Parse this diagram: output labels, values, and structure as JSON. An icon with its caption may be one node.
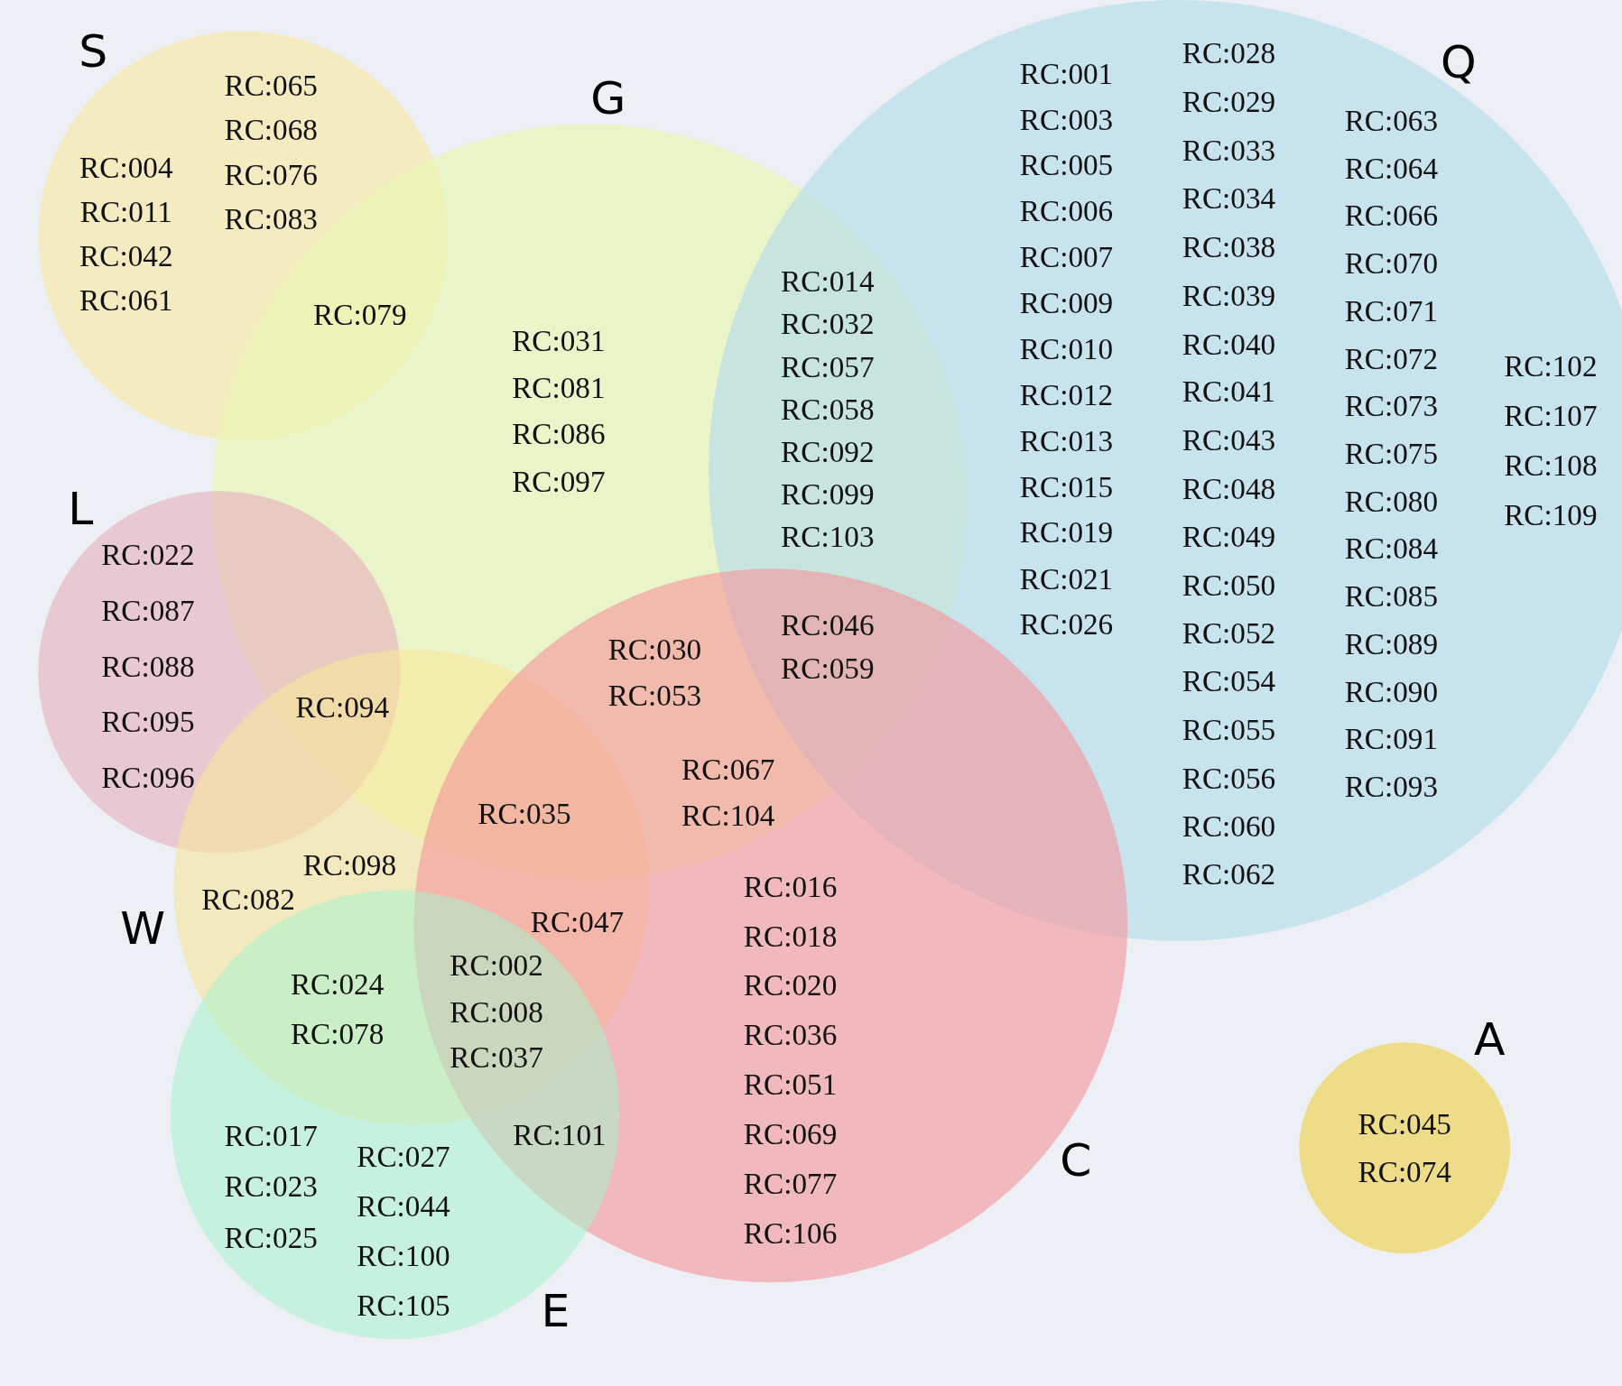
{
  "diagram": {
    "nodes": [
      {
        "text": [
          "S"
        ]
      },
      {
        "text": [
          "G"
        ]
      },
      {
        "text": [
          "Q"
        ]
      },
      {
        "text": [
          "L"
        ]
      },
      {
        "text": [
          "W"
        ]
      },
      {
        "text": [
          "C"
        ]
      },
      {
        "text": [
          "E"
        ]
      },
      {
        "text": [
          "A"
        ]
      }
    ],
    "labels": [
      "RC:004",
      "RC:011",
      "RC:042",
      "RC:061",
      "RC:065",
      "RC:068",
      "RC:076",
      "RC:083",
      "RC:079",
      "RC:031",
      "RC:081",
      "RC:086",
      "RC:097",
      "RC:014",
      "RC:032",
      "RC:057",
      "RC:058",
      "RC:092",
      "RC:099",
      "RC:103",
      "RC:001",
      "RC:003",
      "RC:005",
      "RC:006",
      "RC:007",
      "RC:009",
      "RC:010",
      "RC:012",
      "RC:013",
      "RC:015",
      "RC:019",
      "RC:021",
      "RC:026",
      "RC:028",
      "RC:029",
      "RC:033",
      "RC:034",
      "RC:038",
      "RC:039",
      "RC:040",
      "RC:041",
      "RC:043",
      "RC:048",
      "RC:049",
      "RC:050",
      "RC:052",
      "RC:054",
      "RC:055",
      "RC:056",
      "RC:060",
      "RC:062",
      "RC:063",
      "RC:064",
      "RC:066",
      "RC:070",
      "RC:071",
      "RC:072",
      "RC:073",
      "RC:075",
      "RC:080",
      "RC:084",
      "RC:085",
      "RC:089",
      "RC:090",
      "RC:091",
      "RC:093",
      "RC:102",
      "RC:107",
      "RC:108",
      "RC:109",
      "RC:046",
      "RC:059",
      "RC:022",
      "RC:087",
      "RC:088",
      "RC:095",
      "RC:096",
      "RC:094",
      "RC:030",
      "RC:053",
      "RC:067",
      "RC:104",
      "RC:035",
      "RC:098",
      "RC:082",
      "RC:047",
      "RC:016",
      "RC:018",
      "RC:020",
      "RC:036",
      "RC:051",
      "RC:069",
      "RC:077",
      "RC:106",
      "RC:024",
      "RC:078",
      "RC:002",
      "RC:008",
      "RC:037",
      "RC:101",
      "RC:017",
      "RC:023",
      "RC:025",
      "RC:027",
      "RC:044",
      "RC:100",
      "RC:105",
      "RC:045",
      "RC:074"
    ]
  }
}
